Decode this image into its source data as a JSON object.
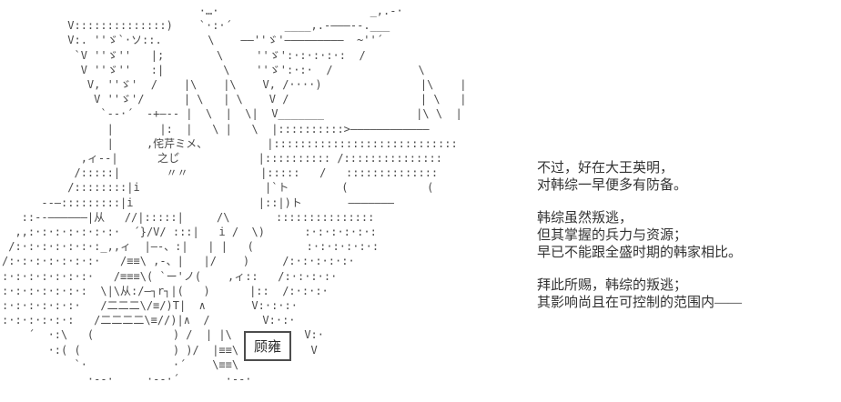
{
  "scene": {
    "background_color": "#ffffff",
    "ink_color": "#4a4a4a",
    "dialogue_color": "#333333"
  },
  "ascii_art": {
    "lines": [
      "                              ·…·                       _,.-·",
      "          V::::::::::::::)    `·:·´        ____,.-———--.___",
      "          V:. ''ゞ`·ソ::.       \\    ——''ゞ'—————————  ~''´",
      "           `V ''ゞ''   |;        \\     ''ゞ':·:·:·:·:  /",
      "            V ''ゞ''   :|         \\    ''ゞ':·:·  /             \\",
      "             V, ''ゞ'  /    |\\    |\\    V, /····)               |\\    |",
      "              V ''ゞ'/      | \\   | \\    V /                    | \\   |",
      "               `--·´  -+—-- |  \\  |  \\|  V_______              |\\ \\  |",
      "                |       |:  |   \\ |   \\  |::::::::::>————————————",
      "                |     ,侘芹ミメ、         |::::::::::::::::::::::::::::",
      "            ,ィ--|      之じ゙            |:::::::::: /:::::::::::::::",
      "           /:::::|       〃〃           |:::::   /   ::::::::::::::",
      "          /::::::::|i                   |`ト        (            (",
      "      --—:::::::::|i                   |::|)ト       ———————",
      "   ::--——————|从   //|:::::|     /\\       :::::::::::::::",
      "  ,,:·:·:·:·:·:·:·  ´}/V/ :::|   i /  \\)      :·:·:·:·:·:",
      " /:·:·:·:·:·:·:_,,ィ  |—-、:|   | |   (        :·:·:·:·:·:",
      "/:·:·:·:·:·:·:·   /≡≡\\ ,-、|   |/    )     /:·:·:·:·:·",
      ":·:·:·:·:·:·:·   /≡≡≡\\( `ー'ノ(    ,ィ::   /:·:·:·:·",
      ":·:·:·:·:·:·:  \\|\\从:/—┐r┐|(   )      |::  /:·:·:·",
      ":·:·:·:·:·:·   /二二二\\/≡/)T|  ∧       V:·:·:·",
      ":·:·:·:·:·:   /二二二二\\≡//)|∧  /        V:·:·",
      "    ´  ·:\\   (            ) /  | |\\           V:·",
      "       ·:( (              ) )/  |≡≡\\           V",
      "           `·             ·´    \\≡≡\\",
      "             ·--·     ·--·´       ·--·"
    ]
  },
  "name_box": {
    "label": "顾雍"
  },
  "dialogue": {
    "paragraphs": [
      {
        "lines": [
          "不过，好在大王英明，",
          "对韩综一早便多有防备。"
        ]
      },
      {
        "lines": [
          "韩综虽然叛逃，",
          "但其掌握的兵力与资源；",
          "早已不能跟全盛时期的韩家相比。"
        ]
      },
      {
        "lines": [
          "拜此所赐，韩综的叛逃；",
          "其影响尚且在可控制的范围内——"
        ]
      }
    ]
  }
}
